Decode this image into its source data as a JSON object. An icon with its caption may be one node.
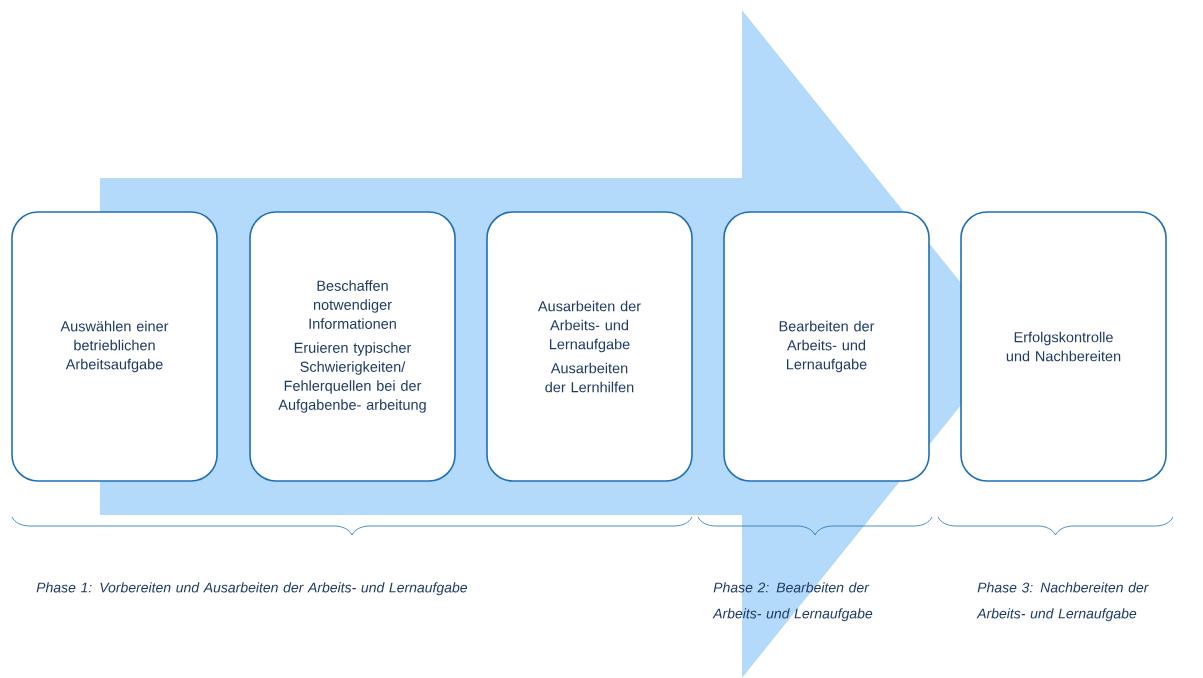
{
  "diagram": {
    "nodes": [
      {
        "text": [
          "Auswählen einer betrieblichen Arbeitsaufgabe"
        ]
      },
      {
        "text": [
          "Beschaffen notwendiger Informationen",
          "Eruieren typischer Schwierigkeiten/ Fehlerquellen bei der Aufgabenbe- arbeitung"
        ]
      },
      {
        "text": [
          "Ausarbeiten der Arbeits- und Lernaufgabe",
          "Ausarbeiten der Lernhilfen"
        ]
      },
      {
        "text": [
          "Bearbeiten der Arbeits- und Lernaufgabe"
        ]
      },
      {
        "text": [
          "Erfolgskontrolle und Nachbereiten"
        ]
      }
    ],
    "edges": [
      {
        "from": 0,
        "to": 4,
        "arrow": "to"
      }
    ],
    "labels": [
      "Phase 1: Vorbereiten und Ausarbeiten der Arbeits- und Lernaufgabe",
      "Phase 2: Bearbeiten der Arbeits- und Lernaufgabe",
      "Phase 3: Nachbereiten der Arbeits- und Lernaufgabe"
    ]
  }
}
